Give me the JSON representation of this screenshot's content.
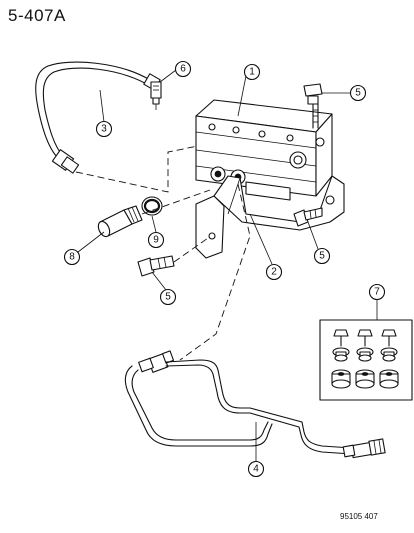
{
  "header": {
    "page_code": "5-407A"
  },
  "footer": {
    "ref_code": "95105 407"
  },
  "callouts": [
    "1",
    "2",
    "3",
    "4",
    "5",
    "5",
    "5",
    "6",
    "7",
    "8",
    "9"
  ]
}
